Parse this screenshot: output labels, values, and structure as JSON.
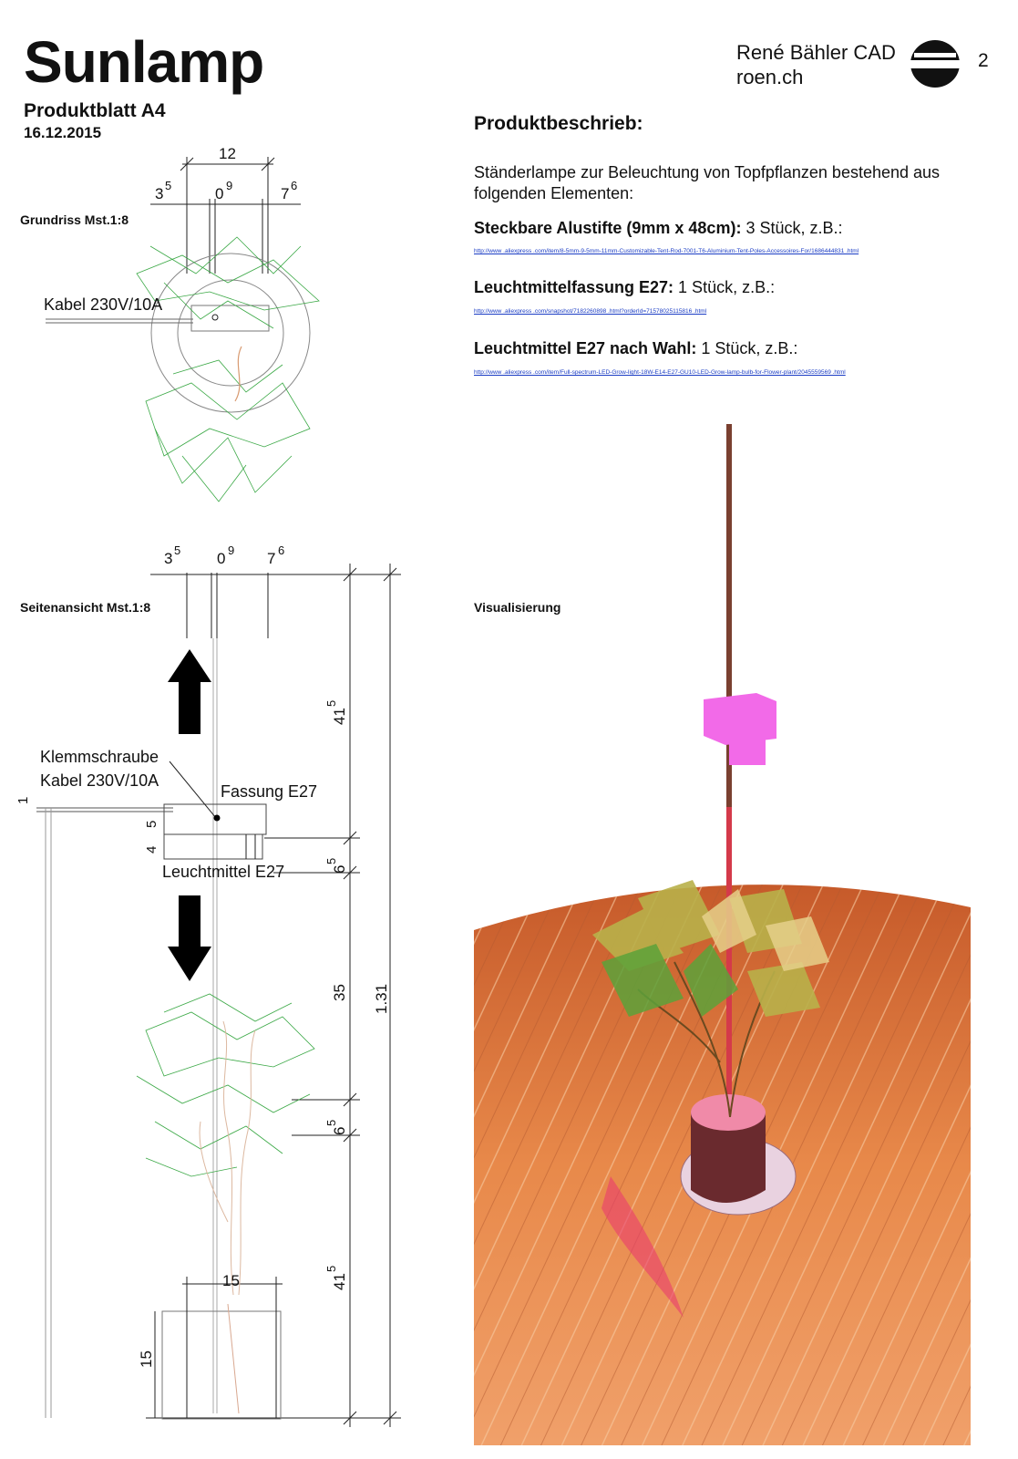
{
  "header": {
    "title": "Sunlamp",
    "subtitle": "Produktblatt A4",
    "date": "16.12.2015",
    "author_line1": "René Bähler CAD",
    "author_line2": "roen.ch",
    "page_number": "2"
  },
  "plan_view": {
    "label": "Grundriss Mst.1:8",
    "cable_label": "Kabel 230V/10A",
    "dims": {
      "width": "12",
      "a_main": "3",
      "a_sup": "5",
      "b_main": "0",
      "b_sup": "9",
      "c_main": "7",
      "c_sup": "6"
    }
  },
  "side_view": {
    "label": "Seitenansicht Mst.1:8",
    "labels": {
      "screw": "Klemmschraube",
      "cable": "Kabel 230V/10A",
      "socket": "Fassung E27",
      "bulb": "Leuchtmittel E27"
    },
    "dims": {
      "top_a_main": "3",
      "top_a_sup": "5",
      "top_b_main": "0",
      "top_b_sup": "9",
      "top_c_main": "7",
      "top_c_sup": "6",
      "d_415_main": "41",
      "d_415_sup": "5",
      "d_65_main": "6",
      "d_65_sup": "5",
      "d_35": "35",
      "d_65b_main": "6",
      "d_65b_sup": "5",
      "d_415b_main": "41",
      "d_415b_sup": "5",
      "total": "1.31",
      "cable_dim": "1",
      "socket_h": "5",
      "bulb_h": "4",
      "pot_width": "15",
      "pot_height": "15"
    }
  },
  "description": {
    "heading": "Produktbeschrieb:",
    "intro": "Ständerlampe zur Beleuchtung von Topfpflanzen bestehend aus folgenden Elementen:",
    "items": [
      {
        "name": "Steckbare Alustifte (9mm x 48cm):",
        "qty": " 3 Stück, z.B.:",
        "link": "http://www .aliexpress .com/item/8-5mm-9-5mm-11mm-Customizable-Tent-Rod-7001-T6-Aluminium-Tent-Poles-Accessoires-For/1686444831      .html"
      },
      {
        "name": "Leuchtmittelfassung  E27:",
        "qty": " 1 Stück, z.B.:",
        "link": "http://www .aliexpress .com/snapshot/7182260898  .html?orderId=71578025115816  .html"
      },
      {
        "name": "Leuchtmittel  E27 nach Wahl:",
        "qty": " 1 Stück, z.B.:",
        "link": "http://www .aliexpress .com/item/Full-spectrum-LED-Grow-light-18W-E14-E27-GU10-LED-Grow-lamp-bulb-for-Flower-plant/2045559569       .html"
      }
    ]
  },
  "visualization": {
    "label": "Visualisierung"
  },
  "colors": {
    "link": "#1a3cc4",
    "plant": "#3aa845",
    "magenta": "#f26ae8",
    "floor": "#e8894a"
  }
}
